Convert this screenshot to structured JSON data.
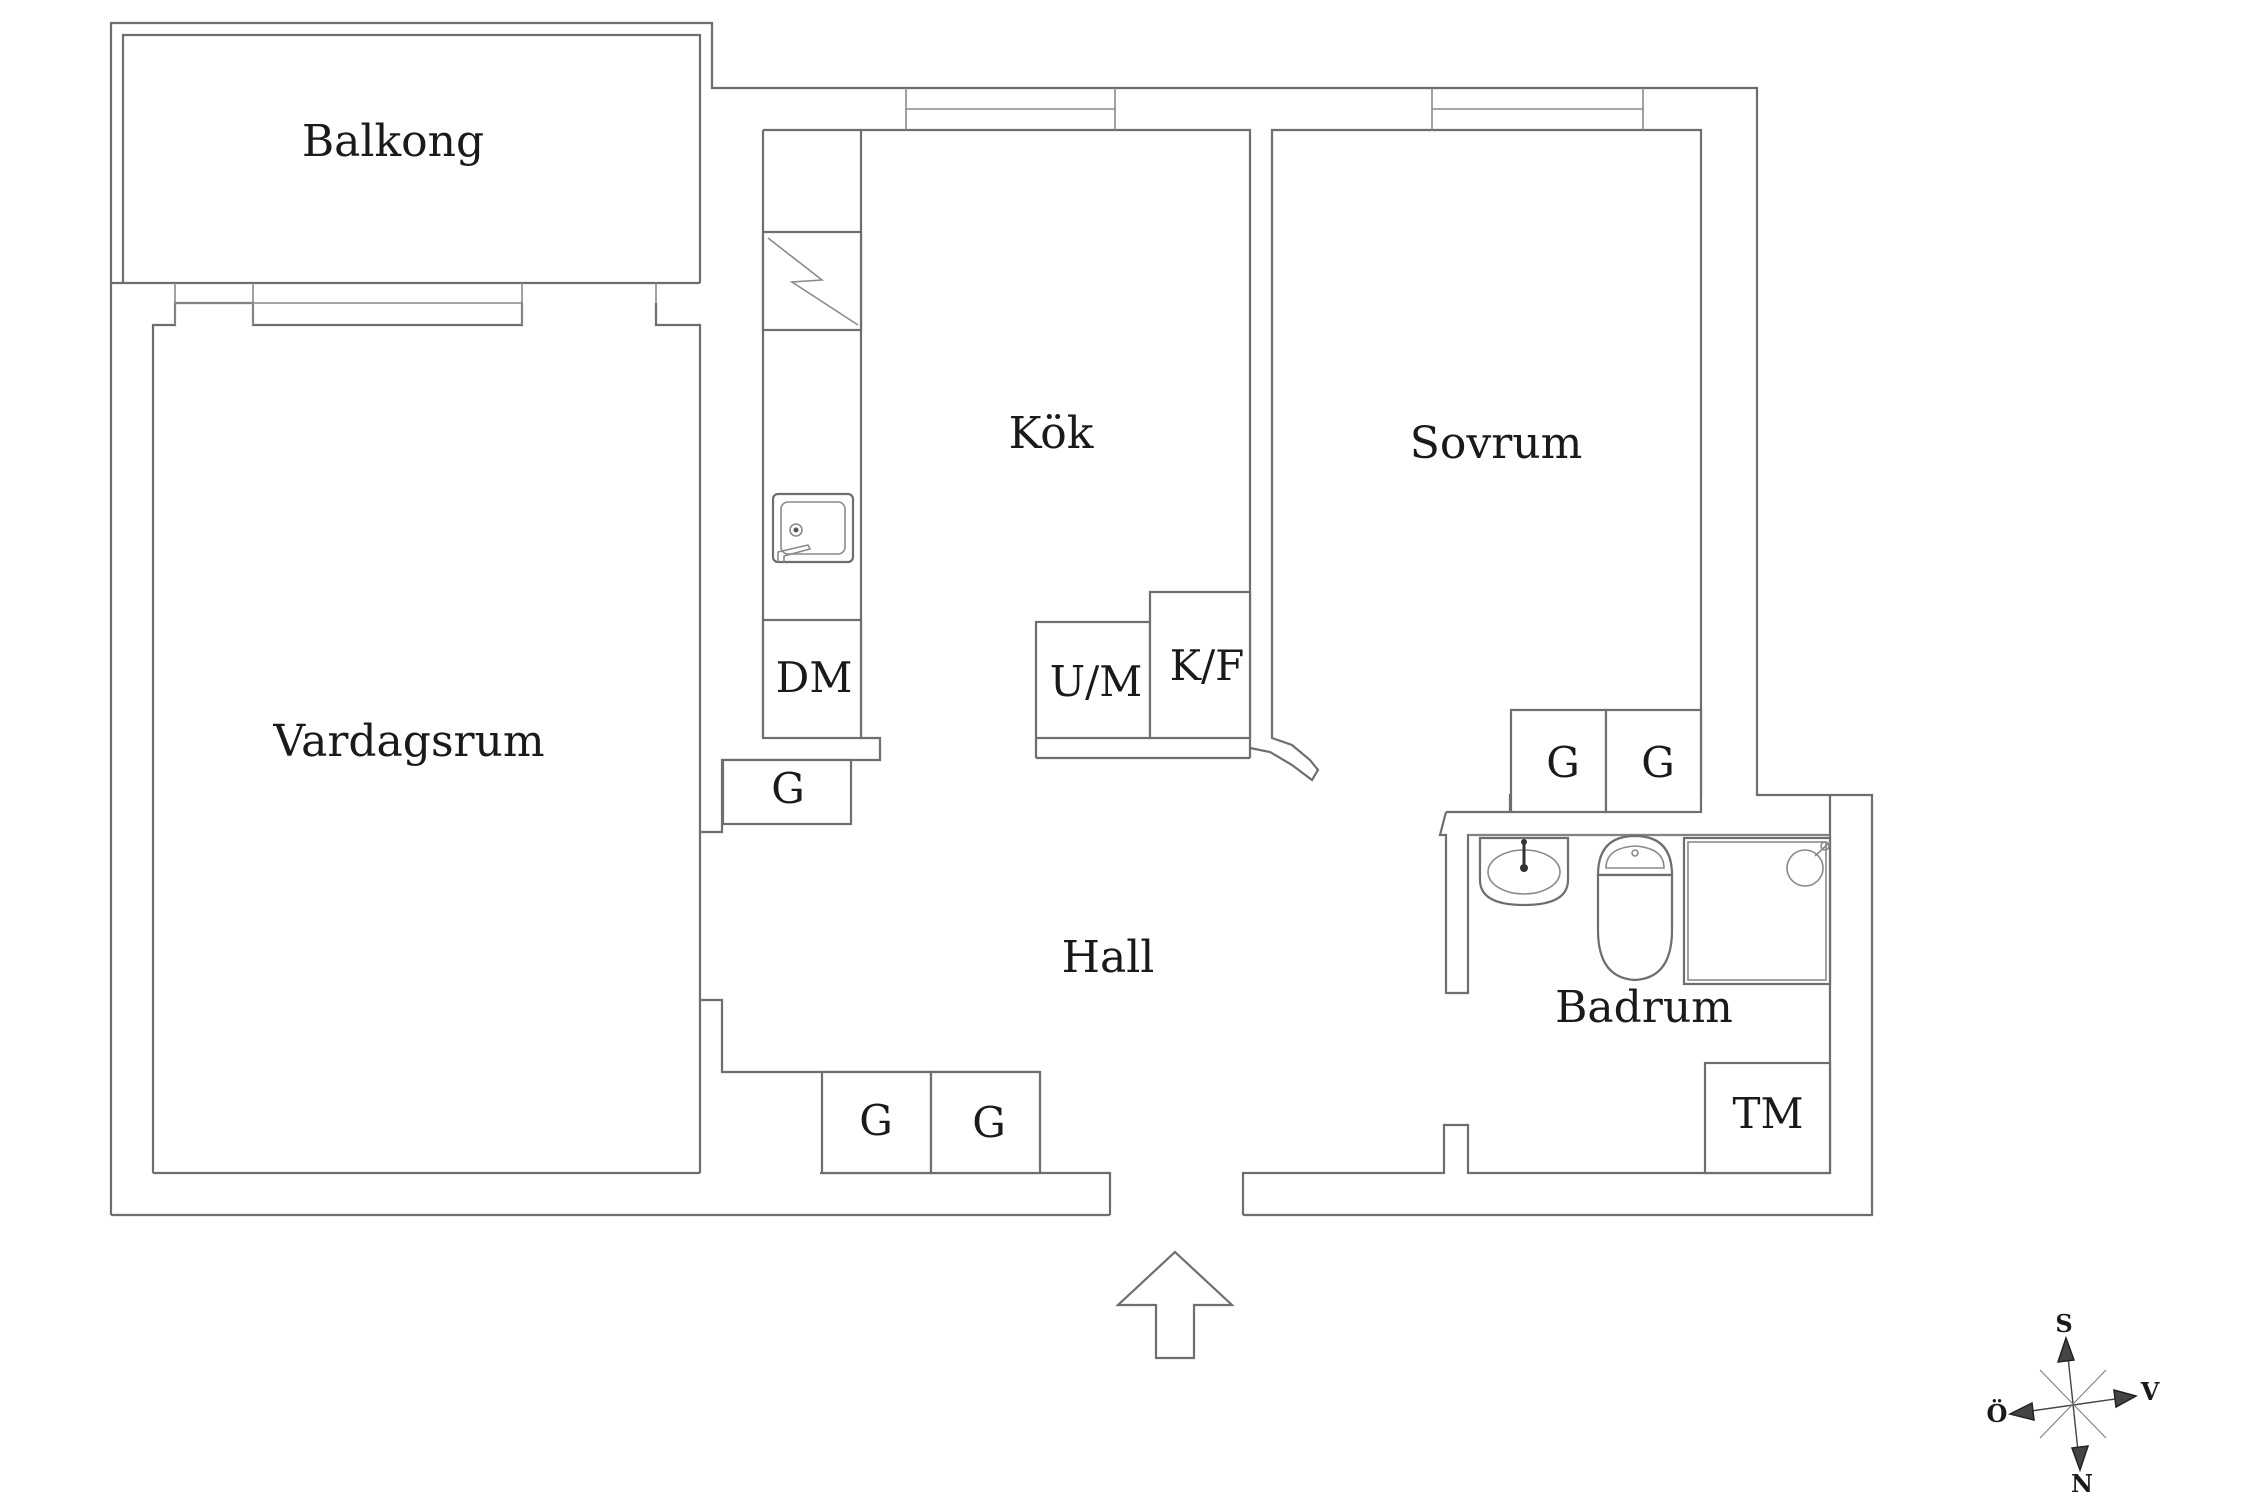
{
  "rooms": {
    "balkong": "Balkong",
    "kok": "Kök",
    "sovrum": "Sovrum",
    "vardagsrum": "Vardagsrum",
    "hall": "Hall",
    "badrum": "Badrum"
  },
  "fixtures": {
    "dm": "DM",
    "um": "U/M",
    "kf": "K/F",
    "g": "G",
    "tm": "TM"
  },
  "compass": {
    "south": "S",
    "west": "V",
    "east": "Ö",
    "north": "N"
  },
  "icons": {
    "entrance": "entrance-arrow-icon",
    "compass": "compass-rose-icon",
    "stove": "stove-icon",
    "sink": "kitchen-sink-icon",
    "washbasin": "washbasin-icon",
    "toilet": "toilet-icon",
    "shower": "shower-icon"
  },
  "colors": {
    "line": "#6e6e6e",
    "text": "#1a1a1a",
    "background": "#ffffff"
  }
}
